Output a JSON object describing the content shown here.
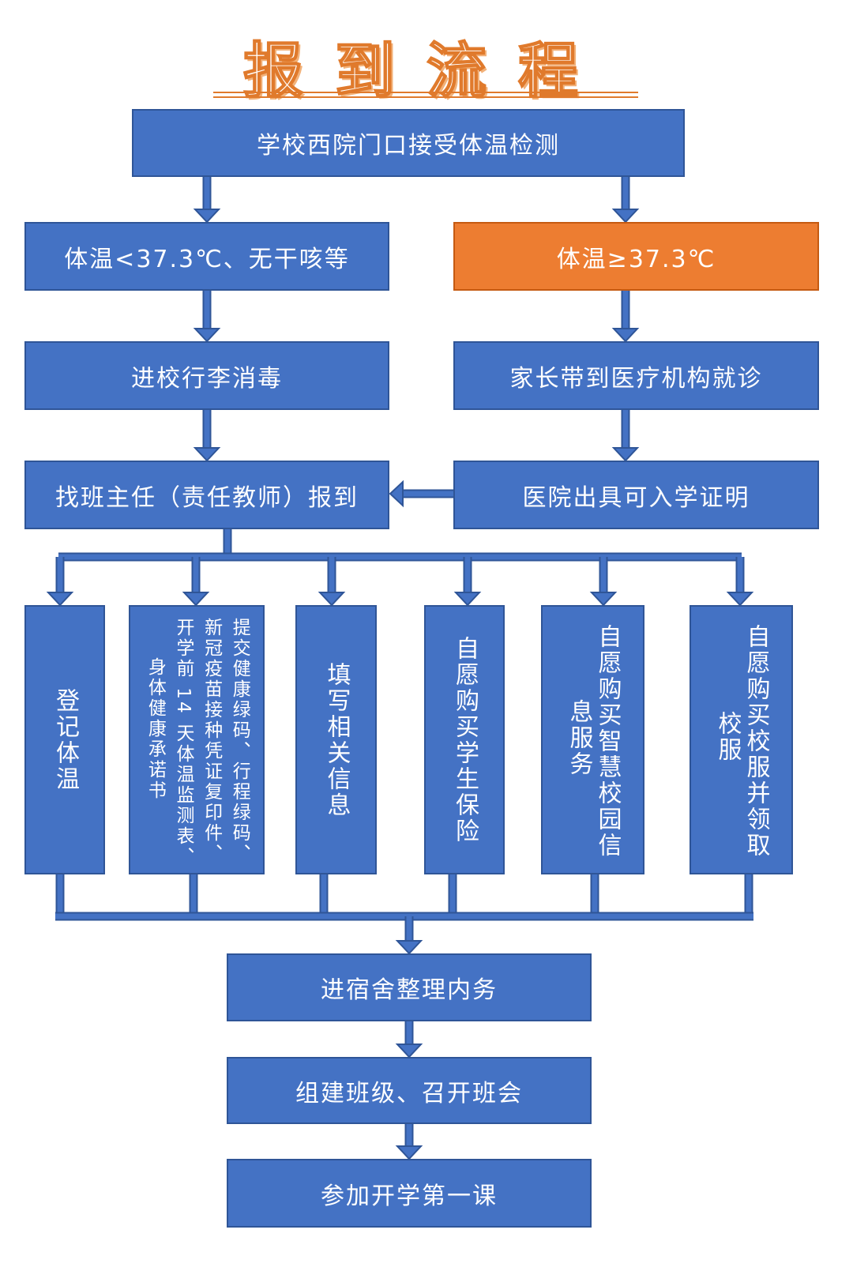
{
  "title": "报到流程",
  "colors": {
    "blue": "#4472c4",
    "orange": "#ed7d31"
  },
  "steps": {
    "entry": "学校西院门口接受体温检测",
    "normal_temp": "体温<37.3℃、无干咳等",
    "high_temp": "体温≥37.3℃",
    "disinfect": "进校行李消毒",
    "clinic": "家长带到医疗机构就诊",
    "report": "找班主任（责任教师）报到",
    "certificate": "医院出具可入学证明",
    "dorm": "进宿舍整理内务",
    "class": "组建班级、召开班会",
    "lesson": "参加开学第一课"
  },
  "tasks": [
    {
      "lines": [
        "登记体温"
      ]
    },
    {
      "lines": [
        "提交健康绿码、行程绿码、",
        "新冠疫苗接种凭证复印件、",
        "开学前 14 天体温监测表、",
        "身体健康承诺书"
      ]
    },
    {
      "lines": [
        "填写相关信息"
      ]
    },
    {
      "lines": [
        "自愿购买学生保险"
      ]
    },
    {
      "lines": [
        "自愿购买智慧校园信",
        "息服务"
      ]
    },
    {
      "lines": [
        "自愿购买校服并领取",
        "校服"
      ]
    }
  ]
}
